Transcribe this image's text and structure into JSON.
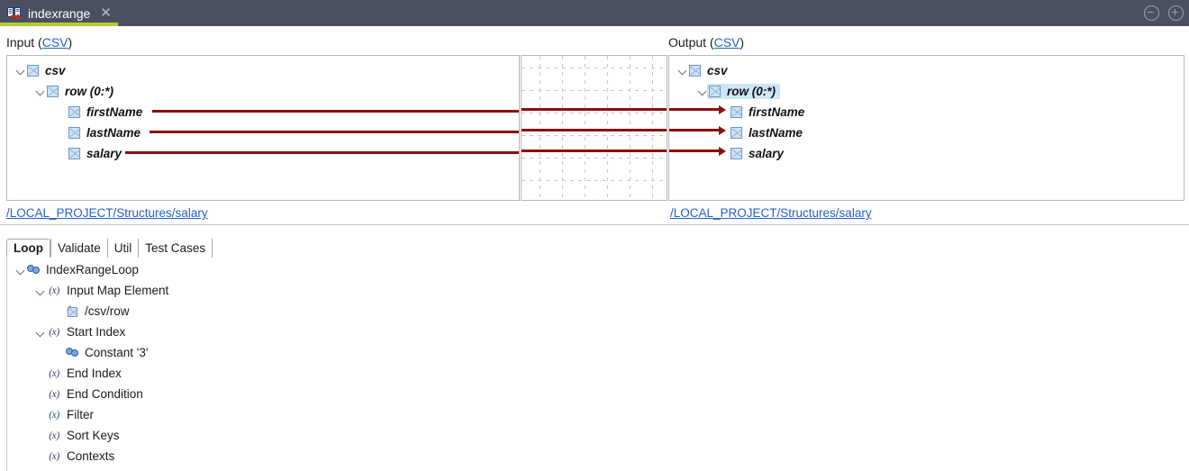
{
  "window": {
    "tab_title": "indexrange",
    "tab_icon": "mapping-document-icon",
    "close_icon": "close-icon",
    "minimize_icon": "minimize-icon",
    "maximize_icon": "maximize-icon",
    "accent_color": "#b5cc2e",
    "titlebar_color": "#4b5060"
  },
  "mapping": {
    "input": {
      "header_prefix": "Input (",
      "header_link": "CSV",
      "header_suffix": ")",
      "path_link": "/LOCAL_PROJECT/Structures/salary",
      "nodes": [
        {
          "label": "csv",
          "depth": 0,
          "expandable": true,
          "selected": false
        },
        {
          "label": "row (0:*)",
          "depth": 1,
          "expandable": true,
          "selected": false
        },
        {
          "label": "firstName",
          "depth": 2,
          "expandable": false,
          "selected": false
        },
        {
          "label": "lastName",
          "depth": 2,
          "expandable": false,
          "selected": false
        },
        {
          "label": "salary",
          "depth": 2,
          "expandable": false,
          "selected": false
        }
      ]
    },
    "output": {
      "header_prefix": "Output (",
      "header_link": "CSV",
      "header_suffix": ")",
      "path_link": "/LOCAL_PROJECT/Structures/salary",
      "nodes": [
        {
          "label": "csv",
          "depth": 0,
          "expandable": true,
          "selected": false
        },
        {
          "label": "row (0:*)",
          "depth": 1,
          "expandable": true,
          "selected": true
        },
        {
          "label": "firstName",
          "depth": 2,
          "expandable": false,
          "selected": false
        },
        {
          "label": "lastName",
          "depth": 2,
          "expandable": false,
          "selected": false
        },
        {
          "label": "salary",
          "depth": 2,
          "expandable": false,
          "selected": false
        }
      ]
    },
    "links": [
      {
        "from": "firstName",
        "to": "firstName"
      },
      {
        "from": "lastName",
        "to": "lastName"
      },
      {
        "from": "salary",
        "to": "salary"
      }
    ],
    "link_color": "#8b0f0f",
    "link_label": "mapping-line"
  },
  "bottom": {
    "tabs": [
      {
        "label": "Loop",
        "active": true
      },
      {
        "label": "Validate",
        "active": false
      },
      {
        "label": "Util",
        "active": false
      },
      {
        "label": "Test Cases",
        "active": false
      }
    ],
    "tree": [
      {
        "label": "IndexRangeLoop",
        "depth": 0,
        "icon": "gear-icon",
        "expandable": true
      },
      {
        "label": "Input Map Element",
        "depth": 1,
        "icon": "function-icon",
        "expandable": true
      },
      {
        "label": "/csv/row",
        "depth": 2,
        "icon": "xml-element-arrow-icon",
        "expandable": false
      },
      {
        "label": "Start Index",
        "depth": 1,
        "icon": "function-icon",
        "expandable": true
      },
      {
        "label": "Constant '3'",
        "depth": 2,
        "icon": "gear-icon",
        "expandable": false
      },
      {
        "label": "End Index",
        "depth": 1,
        "icon": "function-icon",
        "expandable": false
      },
      {
        "label": "End Condition",
        "depth": 1,
        "icon": "function-icon",
        "expandable": false
      },
      {
        "label": "Filter",
        "depth": 1,
        "icon": "function-icon",
        "expandable": false
      },
      {
        "label": "Sort Keys",
        "depth": 1,
        "icon": "function-icon",
        "expandable": false
      },
      {
        "label": "Contexts",
        "depth": 1,
        "icon": "function-icon",
        "expandable": false
      }
    ],
    "function_icon_glyph": "(x)"
  }
}
